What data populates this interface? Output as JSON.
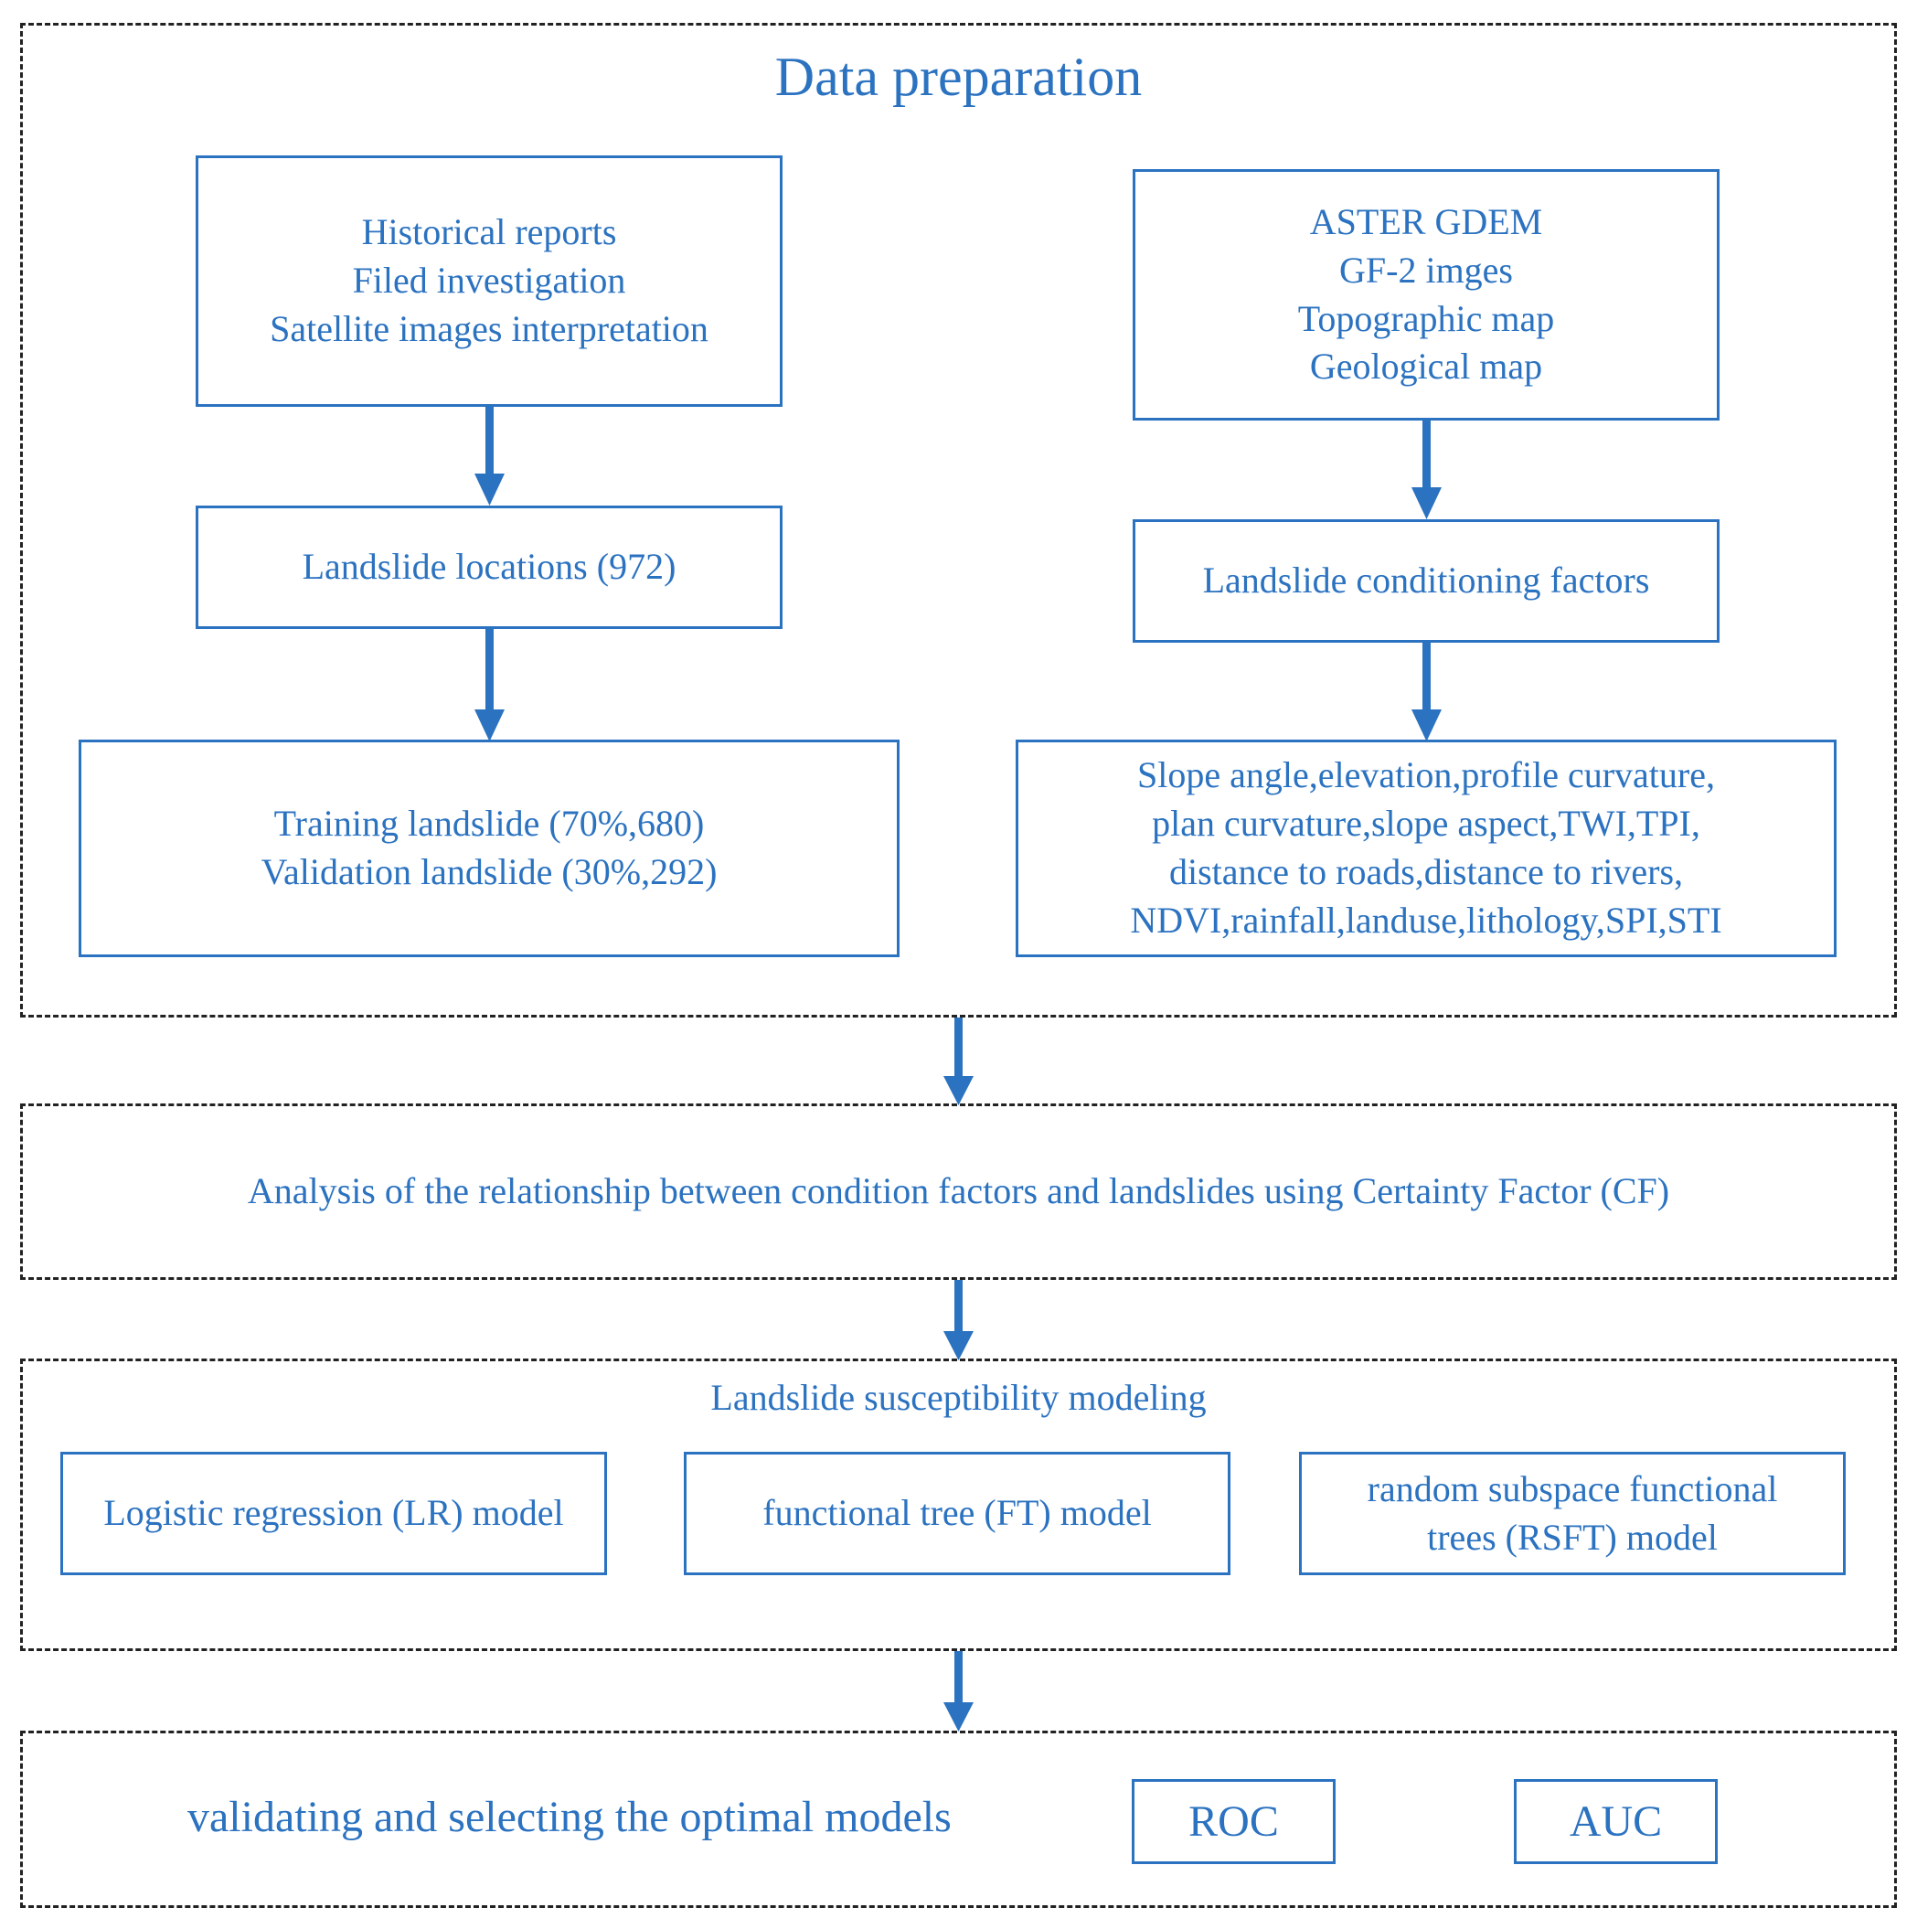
{
  "data_preparation": {
    "title": "Data preparation",
    "left": {
      "sources": [
        "Historical reports",
        "Filed investigation",
        "Satellite images interpretation"
      ],
      "locations": "Landslide locations (972)",
      "split": [
        "Training landslide (70%,680)",
        "Validation landslide (30%,292)"
      ]
    },
    "right": {
      "sources": [
        "ASTER GDEM",
        "GF-2 imges",
        "Topographic map",
        "Geological map"
      ],
      "factors_title": "Landslide conditioning factors",
      "factors": [
        "Slope angle,elevation,profile curvature,",
        "plan curvature,slope aspect,TWI,TPI,",
        "distance to roads,distance to rivers,",
        "NDVI,rainfall,landuse,lithology,SPI,STI"
      ]
    }
  },
  "analysis": {
    "text": "Analysis of the relationship between condition factors and landslides using Certainty Factor (CF)"
  },
  "modeling": {
    "title": "Landslide susceptibility modeling",
    "models": [
      [
        "Logistic regression (LR) model"
      ],
      [
        "functional tree (FT) model"
      ],
      [
        "random subspace functional",
        "trees (RSFT) model"
      ]
    ]
  },
  "validation": {
    "text": "validating and selecting the optimal models",
    "metrics": [
      "ROC",
      "AUC"
    ]
  },
  "colors": {
    "accent": "#2b72c0",
    "frame": "#222222"
  }
}
